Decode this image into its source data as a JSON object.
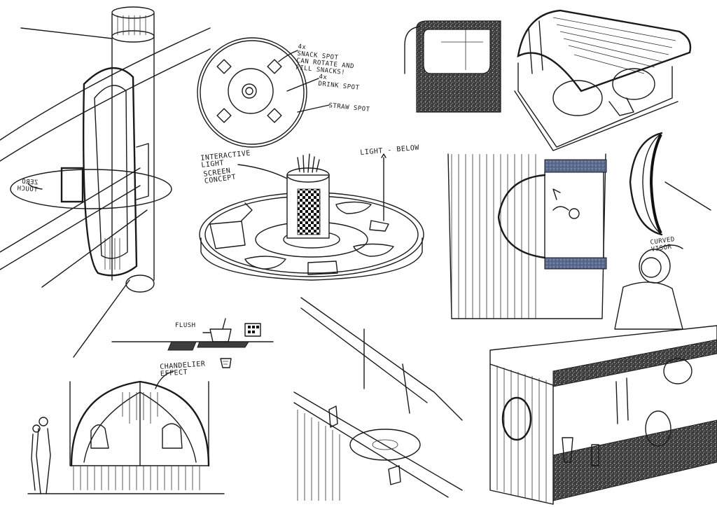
{
  "annotations": {
    "snack_spot": "4x\nSNACK SPOT\nCAN ROTATE AND\nFILL SNACKS!",
    "drink_spot": "4x\nDRINK SPOT",
    "straw_spot": "STRAW SPOT",
    "interactive_light": "INTERACTIVE\nLIGHT",
    "screen_concept": "SCREEN\nCONCEPT",
    "light_below": "LIGHT - BELOW",
    "flush": "FLUSH",
    "chandelier_effect": "CHANDELIER\nEFFECT",
    "curved_visor": "CURVED\nVISOR",
    "mirrored_label": "ZERO\nTOUCH"
  },
  "colors": {
    "ink": "#1a1a1a",
    "terrazzo": "#3d3d3d",
    "blue_panel": "#5a6b8f",
    "paper": "#ffffff"
  }
}
